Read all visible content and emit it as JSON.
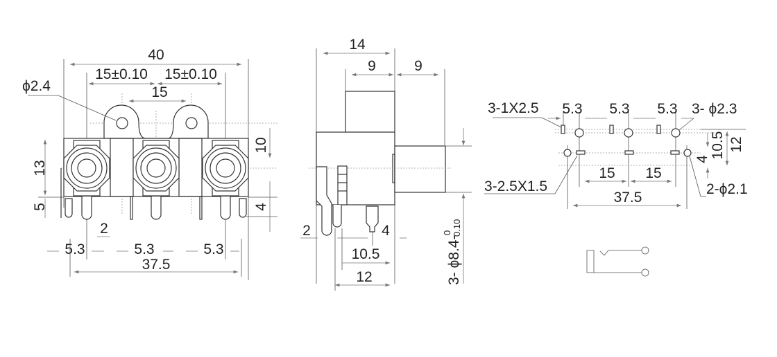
{
  "front_view": {
    "width_overall": "40",
    "pitch_left": "15±0.10",
    "pitch_right": "15±0.10",
    "tab_pitch": "15",
    "tab_hole": "ϕ2.4",
    "jack_height": "13",
    "pin_length": "5",
    "tab_height": "10",
    "side_pin_length": "4",
    "pin_width": "2",
    "pin_offsets": [
      "5.3",
      "5.3",
      "5.3"
    ],
    "pin_span": "37.5"
  },
  "side_view": {
    "depth": "14",
    "rear_depth": "9",
    "barrel_length": "9",
    "pin_offset": "2",
    "pin_width": "4",
    "pin_span_a": "10.5",
    "pin_span_b": "12",
    "barrel_diameter": "3- ϕ8.4-",
    "tolerance_upper": "0",
    "tolerance_lower": "0.10"
  },
  "pcb_layout": {
    "slot_top": "3-1X2.5",
    "spacings": [
      "5.3",
      "5.3",
      "5.3"
    ],
    "holes_top": "3- ϕ2.3",
    "slot_bottom": "3-2.5X1.5",
    "pitches": [
      "15",
      "15"
    ],
    "span": "37.5",
    "holes_bottom": "2-ϕ2.1",
    "row_offset": "4",
    "depth_a": "10.5",
    "depth_b": "12"
  },
  "colors": {
    "line": "#333333",
    "dimension": "#777777"
  }
}
